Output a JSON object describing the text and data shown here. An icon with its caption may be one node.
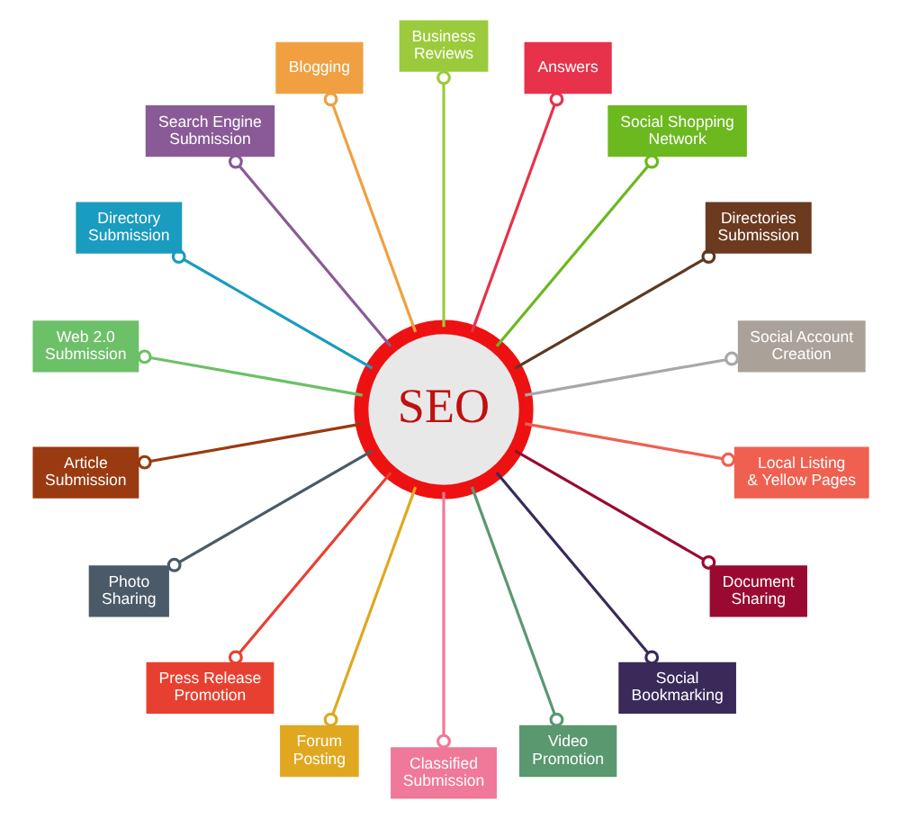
{
  "diagram": {
    "nodes": [
      {
        "text": [
          "SEO"
        ]
      },
      {
        "text": [
          "Social Account Creation"
        ]
      },
      {
        "text": [
          "Directories Submission"
        ]
      },
      {
        "text": [
          "Social Shopping Network"
        ]
      },
      {
        "text": [
          "Answers"
        ]
      },
      {
        "text": [
          "Business Reviews"
        ]
      },
      {
        "text": [
          "Blogging"
        ]
      },
      {
        "text": [
          "Search Engine Submission"
        ]
      },
      {
        "text": [
          "Directory Submission"
        ]
      },
      {
        "text": [
          "Web 2.0 Submission"
        ]
      },
      {
        "text": [
          "Article Submission"
        ]
      },
      {
        "text": [
          "Photo Sharing"
        ]
      },
      {
        "text": [
          "Press Release Promotion"
        ]
      },
      {
        "text": [
          "Forum Posting"
        ]
      },
      {
        "text": [
          "Classified Submission"
        ]
      },
      {
        "text": [
          "Video Promotion"
        ]
      },
      {
        "text": [
          "Social Bookmarking"
        ]
      },
      {
        "text": [
          "Document Sharing"
        ]
      },
      {
        "text": [
          "Local Listing & Yellow Pages"
        ]
      }
    ],
    "edges": [
      {
        "from": 0,
        "to": 1,
        "arrow": "other",
        "color": "#a8a8a8"
      },
      {
        "from": 0,
        "to": 4,
        "arrow": "other",
        "color": "#e8314a"
      },
      {
        "from": 0,
        "to": 5,
        "arrow": "other",
        "color": "#9bcb3c"
      },
      {
        "from": 0,
        "to": 7,
        "arrow": "other",
        "color": "#8a5a96"
      },
      {
        "from": 0,
        "to": 8,
        "arrow": "other",
        "color": "#1a9bc0"
      },
      {
        "from": 0,
        "to": 10,
        "arrow": "other",
        "color": "#9a3a10"
      },
      {
        "from": 0,
        "to": 11,
        "arrow": "other",
        "color": "#4a5a68"
      },
      {
        "from": 0,
        "to": 15,
        "arrow": "other",
        "color": "#5a9870"
      },
      {
        "from": 0,
        "to": 13,
        "arrow": "other",
        "color": "#e0a820"
      },
      {
        "from": 0,
        "to": 18,
        "arrow": "other",
        "color": "#f06050"
      },
      {
        "from": 0,
        "to": 16,
        "arrow": "other",
        "color": "#3a2a5a"
      },
      {
        "from": 0,
        "to": 17,
        "arrow": "other",
        "color": "#9a0a30"
      },
      {
        "from": 0,
        "to": 14,
        "arrow": "other",
        "color": "#f07898"
      },
      {
        "from": 0,
        "to": 12,
        "arrow": "other",
        "color": "#e84030"
      },
      {
        "from": 0,
        "to": 9,
        "arrow": "other",
        "color": "#6cc068"
      },
      {
        "from": 0,
        "to": 6,
        "arrow": "other",
        "color": "#f0a040"
      },
      {
        "from": 0,
        "to": 2,
        "arrow": "other",
        "color": "#5c3a22"
      },
      {
        "from": 0,
        "to": 3,
        "arrow": "other",
        "color": "#6cb81f"
      }
    ]
  }
}
